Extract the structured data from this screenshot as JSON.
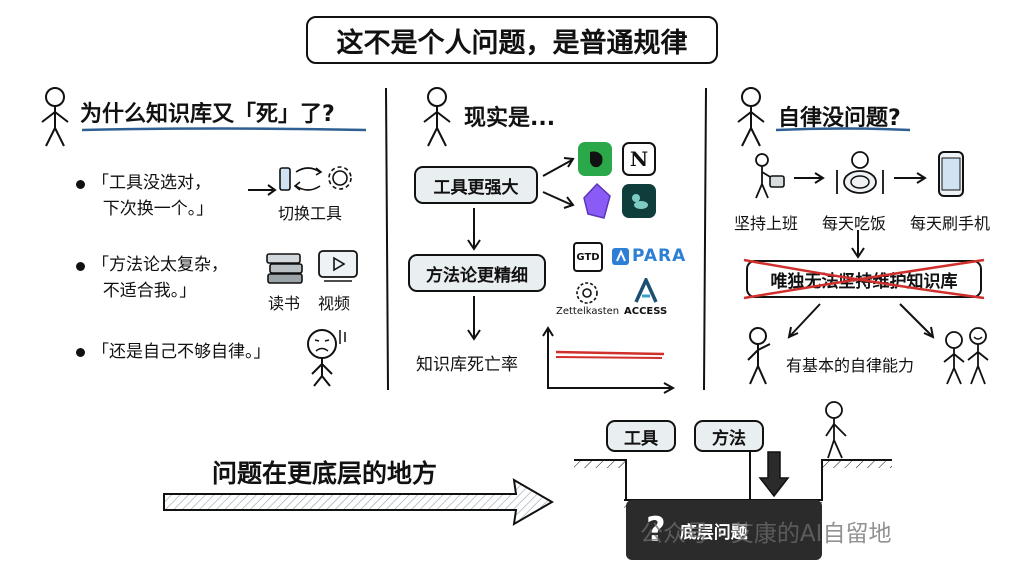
{
  "title": "这不是个人问题，是普通规律",
  "left": {
    "heading": "为什么知识库又「死」了?",
    "items": [
      {
        "text": "「工具没选对，\n  下次换一个。」",
        "icon_labels": [
          "切换工具"
        ]
      },
      {
        "text": "「方法论太复杂，\n  不适合我。」",
        "icon_labels": [
          "读书",
          "视频"
        ]
      },
      {
        "text": "「还是自己不够自律。」",
        "icon_labels": []
      }
    ]
  },
  "middle": {
    "heading": "现实是...",
    "tools_box": "工具更强大",
    "method_box": "方法论更精细",
    "death_rate": "知识库死亡率",
    "logos": {
      "evernote_icon": "evernote-icon",
      "notion_letter": "N",
      "obsidian_icon": "obsidian-icon",
      "logseq_icon": "logseq-icon",
      "gtd": "GTD",
      "para": "PARA",
      "zettelkasten": "Zettelkasten",
      "access": "ACCESS"
    }
  },
  "right": {
    "heading": "自律没问题?",
    "steps": [
      "坚持上班",
      "每天吃饭",
      "每天刷手机"
    ],
    "crossed_box": "唯独无法坚持维护知识库",
    "ability": "有基本的自律能力"
  },
  "bottom": {
    "arrow_text": "问题在更底层的地方",
    "ground_items": [
      "工具",
      "方法"
    ],
    "root_box": "底层问题",
    "root_symbol": "?",
    "watermark": "公众号 · 艾康的AI自留地"
  },
  "colors": {
    "accent_blue": "#2f5f93",
    "box_fill": "#e9eef0",
    "red": "#d0302c",
    "dark_box": "#2b2b2b"
  }
}
